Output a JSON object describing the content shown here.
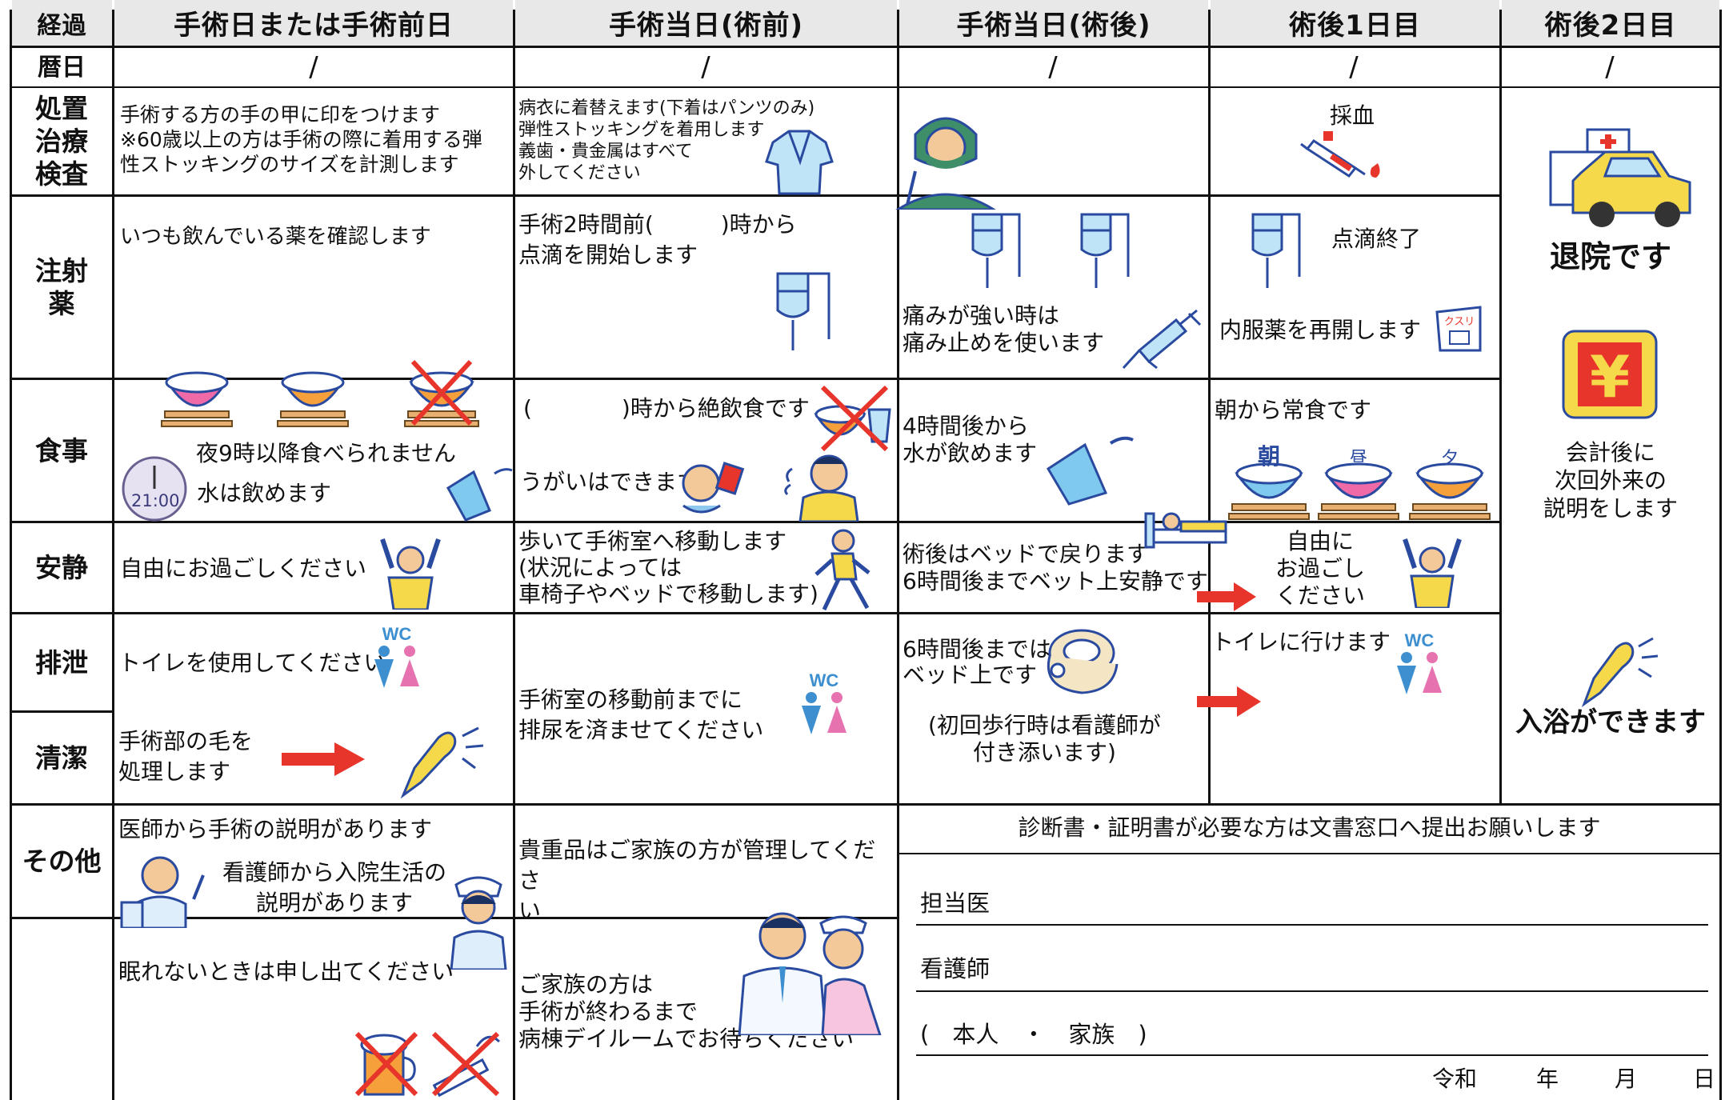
{
  "headers": {
    "progress": "経過",
    "day_before": "手術日または手術前日",
    "surgery_pre": "手術当日(術前)",
    "surgery_post": "手術当日(術後)",
    "post_day1": "術後1日目",
    "post_day2": "術後2日目"
  },
  "row_labels": {
    "date": "暦日",
    "treatment": "処置\n治療\n検査",
    "injection": "注射\n薬",
    "meal": "食事",
    "rest": "安静",
    "excretion": "排泄",
    "hygiene": "清潔",
    "other": "その他"
  },
  "date_mark": "/",
  "day_before": {
    "treatment": "手術する方の手の甲に印をつけます\n※60歳以上の方は手術の際に着用する弾\n性ストッキングのサイズを計測します",
    "injection": "いつも飲んでいる薬を確認します",
    "meal_1": "夜9時以降食べられません",
    "meal_2": "水は飲めます",
    "clock": "21:00",
    "rest": "自由にお過ごしください",
    "excretion": "トイレを使用してください",
    "hygiene": "手術部の毛を\n処理します",
    "other_1": "医師から手術の説明があります",
    "other_2": "看護師から入院生活の\n説明があります",
    "other_3": "眠れないときは申し出てください"
  },
  "surgery_pre": {
    "treatment": "病衣に着替えます(下着はパンツのみ)\n弾性ストッキングを着用します\n義歯・貴金属はすべて\n外してください",
    "injection": "手術2時間前(　　　)時から\n点滴を開始します",
    "meal_1": "(　　　　)時から絶飲食です",
    "meal_2": "うがいはできます",
    "rest": "歩いて手術室へ移動します\n(状況によっては\n車椅子やベッドで移動します)",
    "excretion": "手術室の移動前までに\n排尿を済ませてください",
    "other_1": "貴重品はご家族の方が管理してくださ\nい",
    "other_2": "ご家族の方は\n手術が終わるまで\n病棟デイルームでお待ちください"
  },
  "surgery_post": {
    "injection": "痛みが強い時は\n痛み止めを使います",
    "meal": "4時間後から\n水が飲めます",
    "rest": "術後はベッドで戻ります\n6時間後までベット上安静です",
    "excretion_1": "6時間後までは\nベッド上です",
    "excretion_2": "(初回歩行時は看護師が\n付き添います)"
  },
  "post_day1": {
    "treatment": "採血",
    "injection_1": "点滴終了",
    "injection_2": "内服薬を再開します",
    "meal": "朝から常食です",
    "rest": "自由に\nお過ごし\nください",
    "excretion": "トイレに行けます"
  },
  "post_day2": {
    "discharge": "退院です",
    "payment": "会計後に\n次回外来の\n説明をします",
    "bath": "入浴ができます"
  },
  "documents": {
    "notice": "診断書・証明書が必要な方は文書窓口へ提出お願いします",
    "doctor_label": "担当医",
    "nurse_label": "看護師",
    "signer": "(　本人　・　家族　)",
    "date_era": "令和",
    "date_year": "年",
    "date_month": "月",
    "date_day": "日"
  },
  "icon_labels": {
    "wc": "WC",
    "kusuri": "クスリ",
    "asa": "朝",
    "hiru": "昼",
    "yuu": "夕",
    "yen": "¥"
  },
  "colors": {
    "header_bg": "#e8e8e8",
    "arrow_red": "#e8352b",
    "icon_blue": "#5b86c6",
    "icon_yellow": "#f5d94a",
    "wc_blue": "#3d8fd0",
    "wc_pink": "#e673b0"
  }
}
